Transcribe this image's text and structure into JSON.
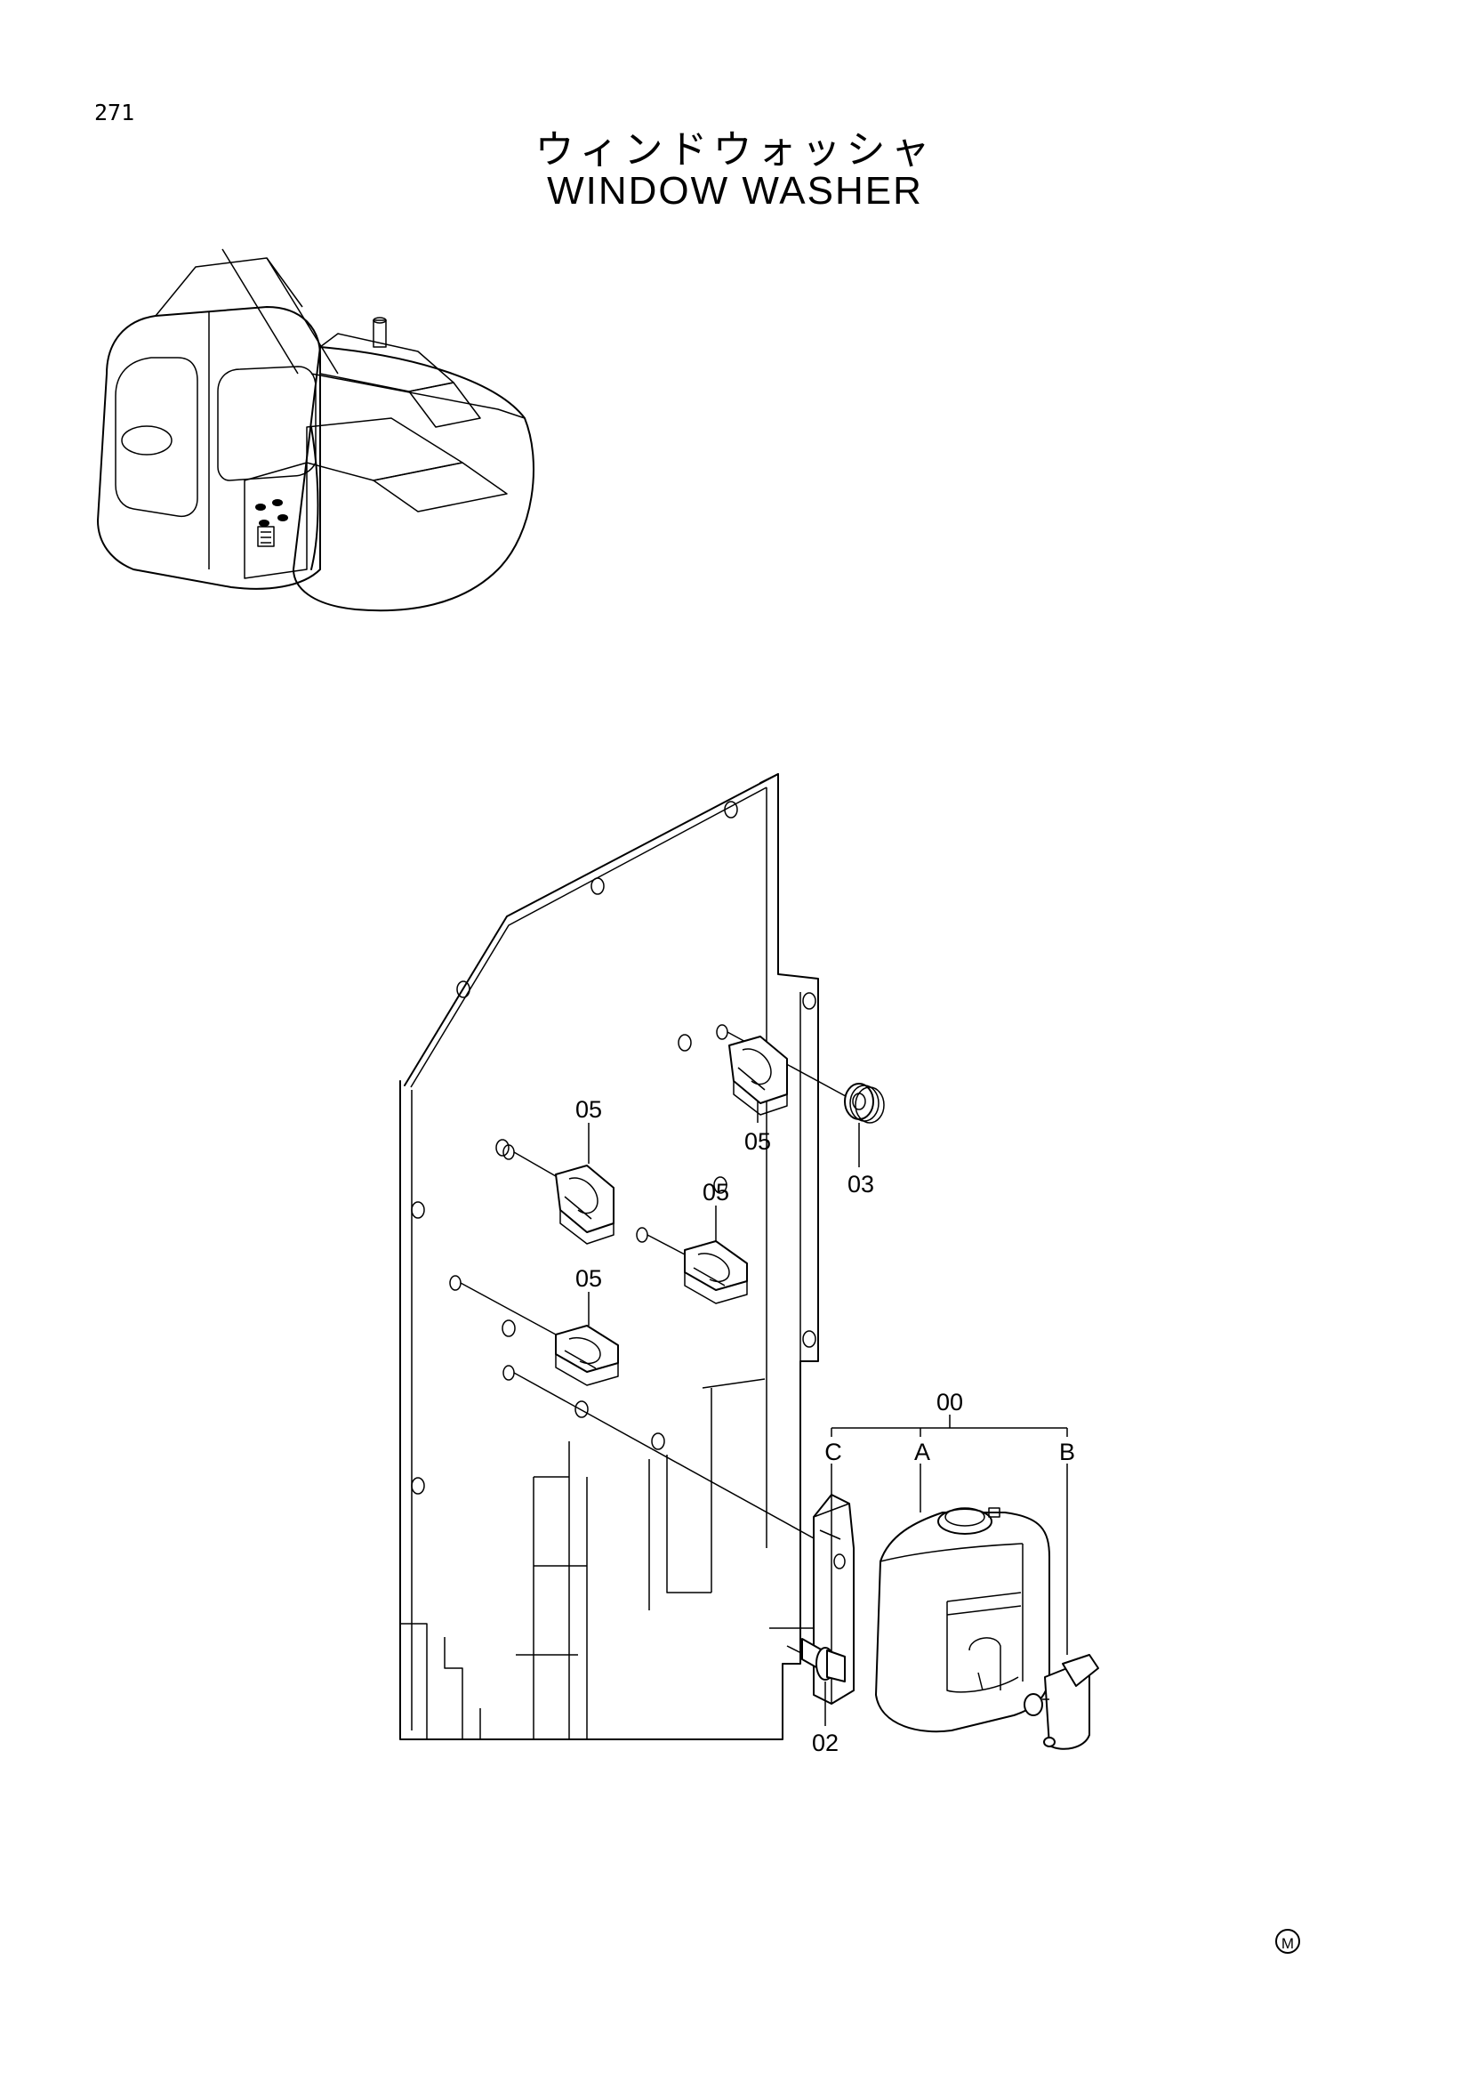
{
  "page": {
    "number": "271",
    "title_jp": "ウィンドウォッシャ",
    "title_en": "WINDOW WASHER",
    "mark": "M"
  },
  "callouts": {
    "assembly": "00",
    "sub_a": "A",
    "sub_b": "B",
    "sub_c": "C",
    "bolt": "02",
    "grommet": "03",
    "clip_1": "05",
    "clip_2": "05",
    "clip_3": "05",
    "clip_4": "05"
  },
  "icons": {
    "overview": "excavator-overview-icon",
    "panel": "cab-side-panel-icon",
    "tank": "washer-tank-icon",
    "motor": "washer-motor-icon",
    "bracket": "tank-bracket-icon",
    "bolt": "flange-bolt-icon",
    "grommet": "grommet-icon",
    "clip": "hose-clip-icon",
    "mark": "circled-m-icon"
  }
}
